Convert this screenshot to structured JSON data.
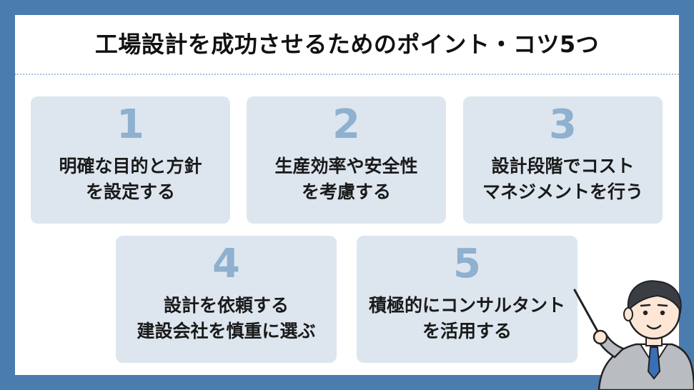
{
  "title": "工場設計を成功させるためのポイント・コツ5つ",
  "cards": [
    {
      "number": "1",
      "line1": "明確な目的と方針",
      "line2": "を設定する"
    },
    {
      "number": "2",
      "line1": "生産効率や安全性",
      "line2": "を考慮する"
    },
    {
      "number": "3",
      "line1": "設計段階でコスト",
      "line2": "マネジメントを行う"
    },
    {
      "number": "4",
      "line1": "設計を依頼する",
      "line2": "建設会社を慎重に選ぶ"
    },
    {
      "number": "5",
      "line1": "積極的にコンサルタント",
      "line2": "を活用する"
    }
  ],
  "colors": {
    "frame": "#4a7cb0",
    "card_bg": "#dde6ef",
    "number": "#8fb0cf",
    "text": "#1a1a1a"
  },
  "illustration": "businessman-with-pointer"
}
